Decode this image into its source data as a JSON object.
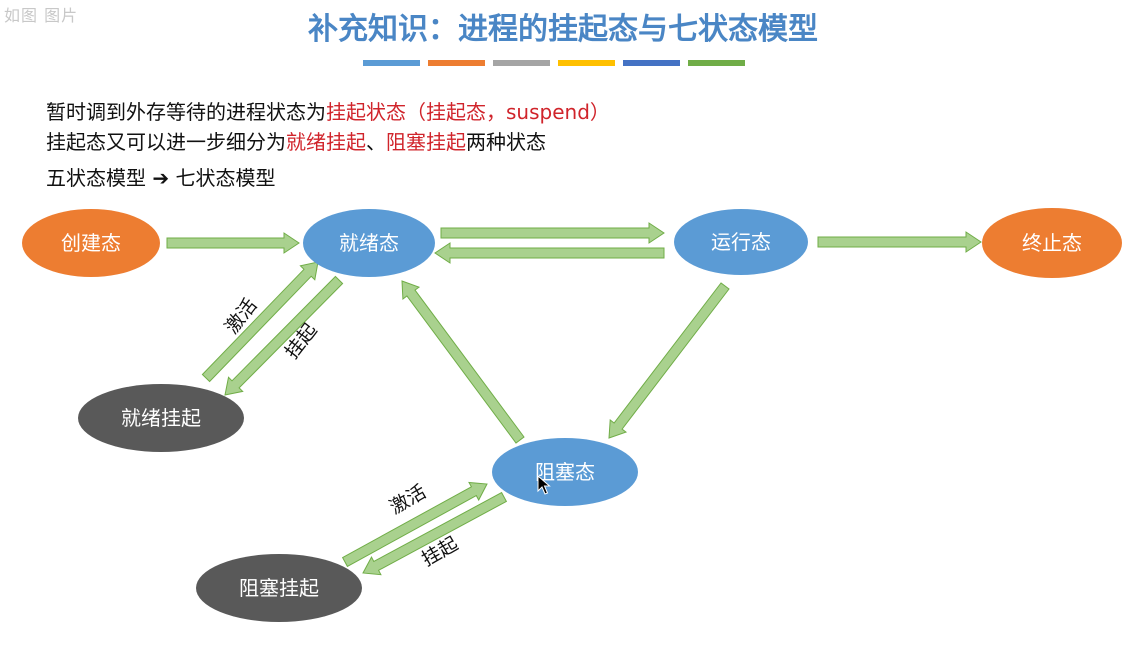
{
  "watermark": "如图 图片",
  "title": "补充知识：进程的挂起态与七状态模型",
  "color_strip": [
    "#5b9bd5",
    "#ed7d31",
    "#a5a5a5",
    "#ffc000",
    "#4472c4",
    "#70ad47"
  ],
  "colors": {
    "title": "#4a86c5",
    "highlight": "#d0242b",
    "blue_node": "#5b9bd5",
    "orange_node": "#ed7d31",
    "gray_node": "#595959",
    "arrow_fill": "#a9d18e",
    "arrow_stroke": "#70ad47"
  },
  "text": {
    "line1_prefix": "暂时调到外存等待的进程状态为",
    "line1_highlight": "挂起状态（挂起态，suspend）",
    "line2_prefix": "挂起态又可以进一步细分为",
    "line2_hl1": "就绪挂起",
    "line2_sep": "、",
    "line2_hl2": "阻塞挂起",
    "line2_suffix": "两种状态",
    "line3_a": "五状态模型",
    "line3_arrow": "➔",
    "line3_b": "七状态模型"
  },
  "nodes": {
    "create": "创建态",
    "ready": "就绪态",
    "running": "运行态",
    "terminated": "终止态",
    "blocked": "阻塞态",
    "ready_suspend": "就绪挂起",
    "blocked_suspend": "阻塞挂起"
  },
  "edge_labels": {
    "ready_activate": "激活",
    "ready_suspend": "挂起",
    "blocked_activate": "激活",
    "blocked_suspend": "挂起"
  }
}
